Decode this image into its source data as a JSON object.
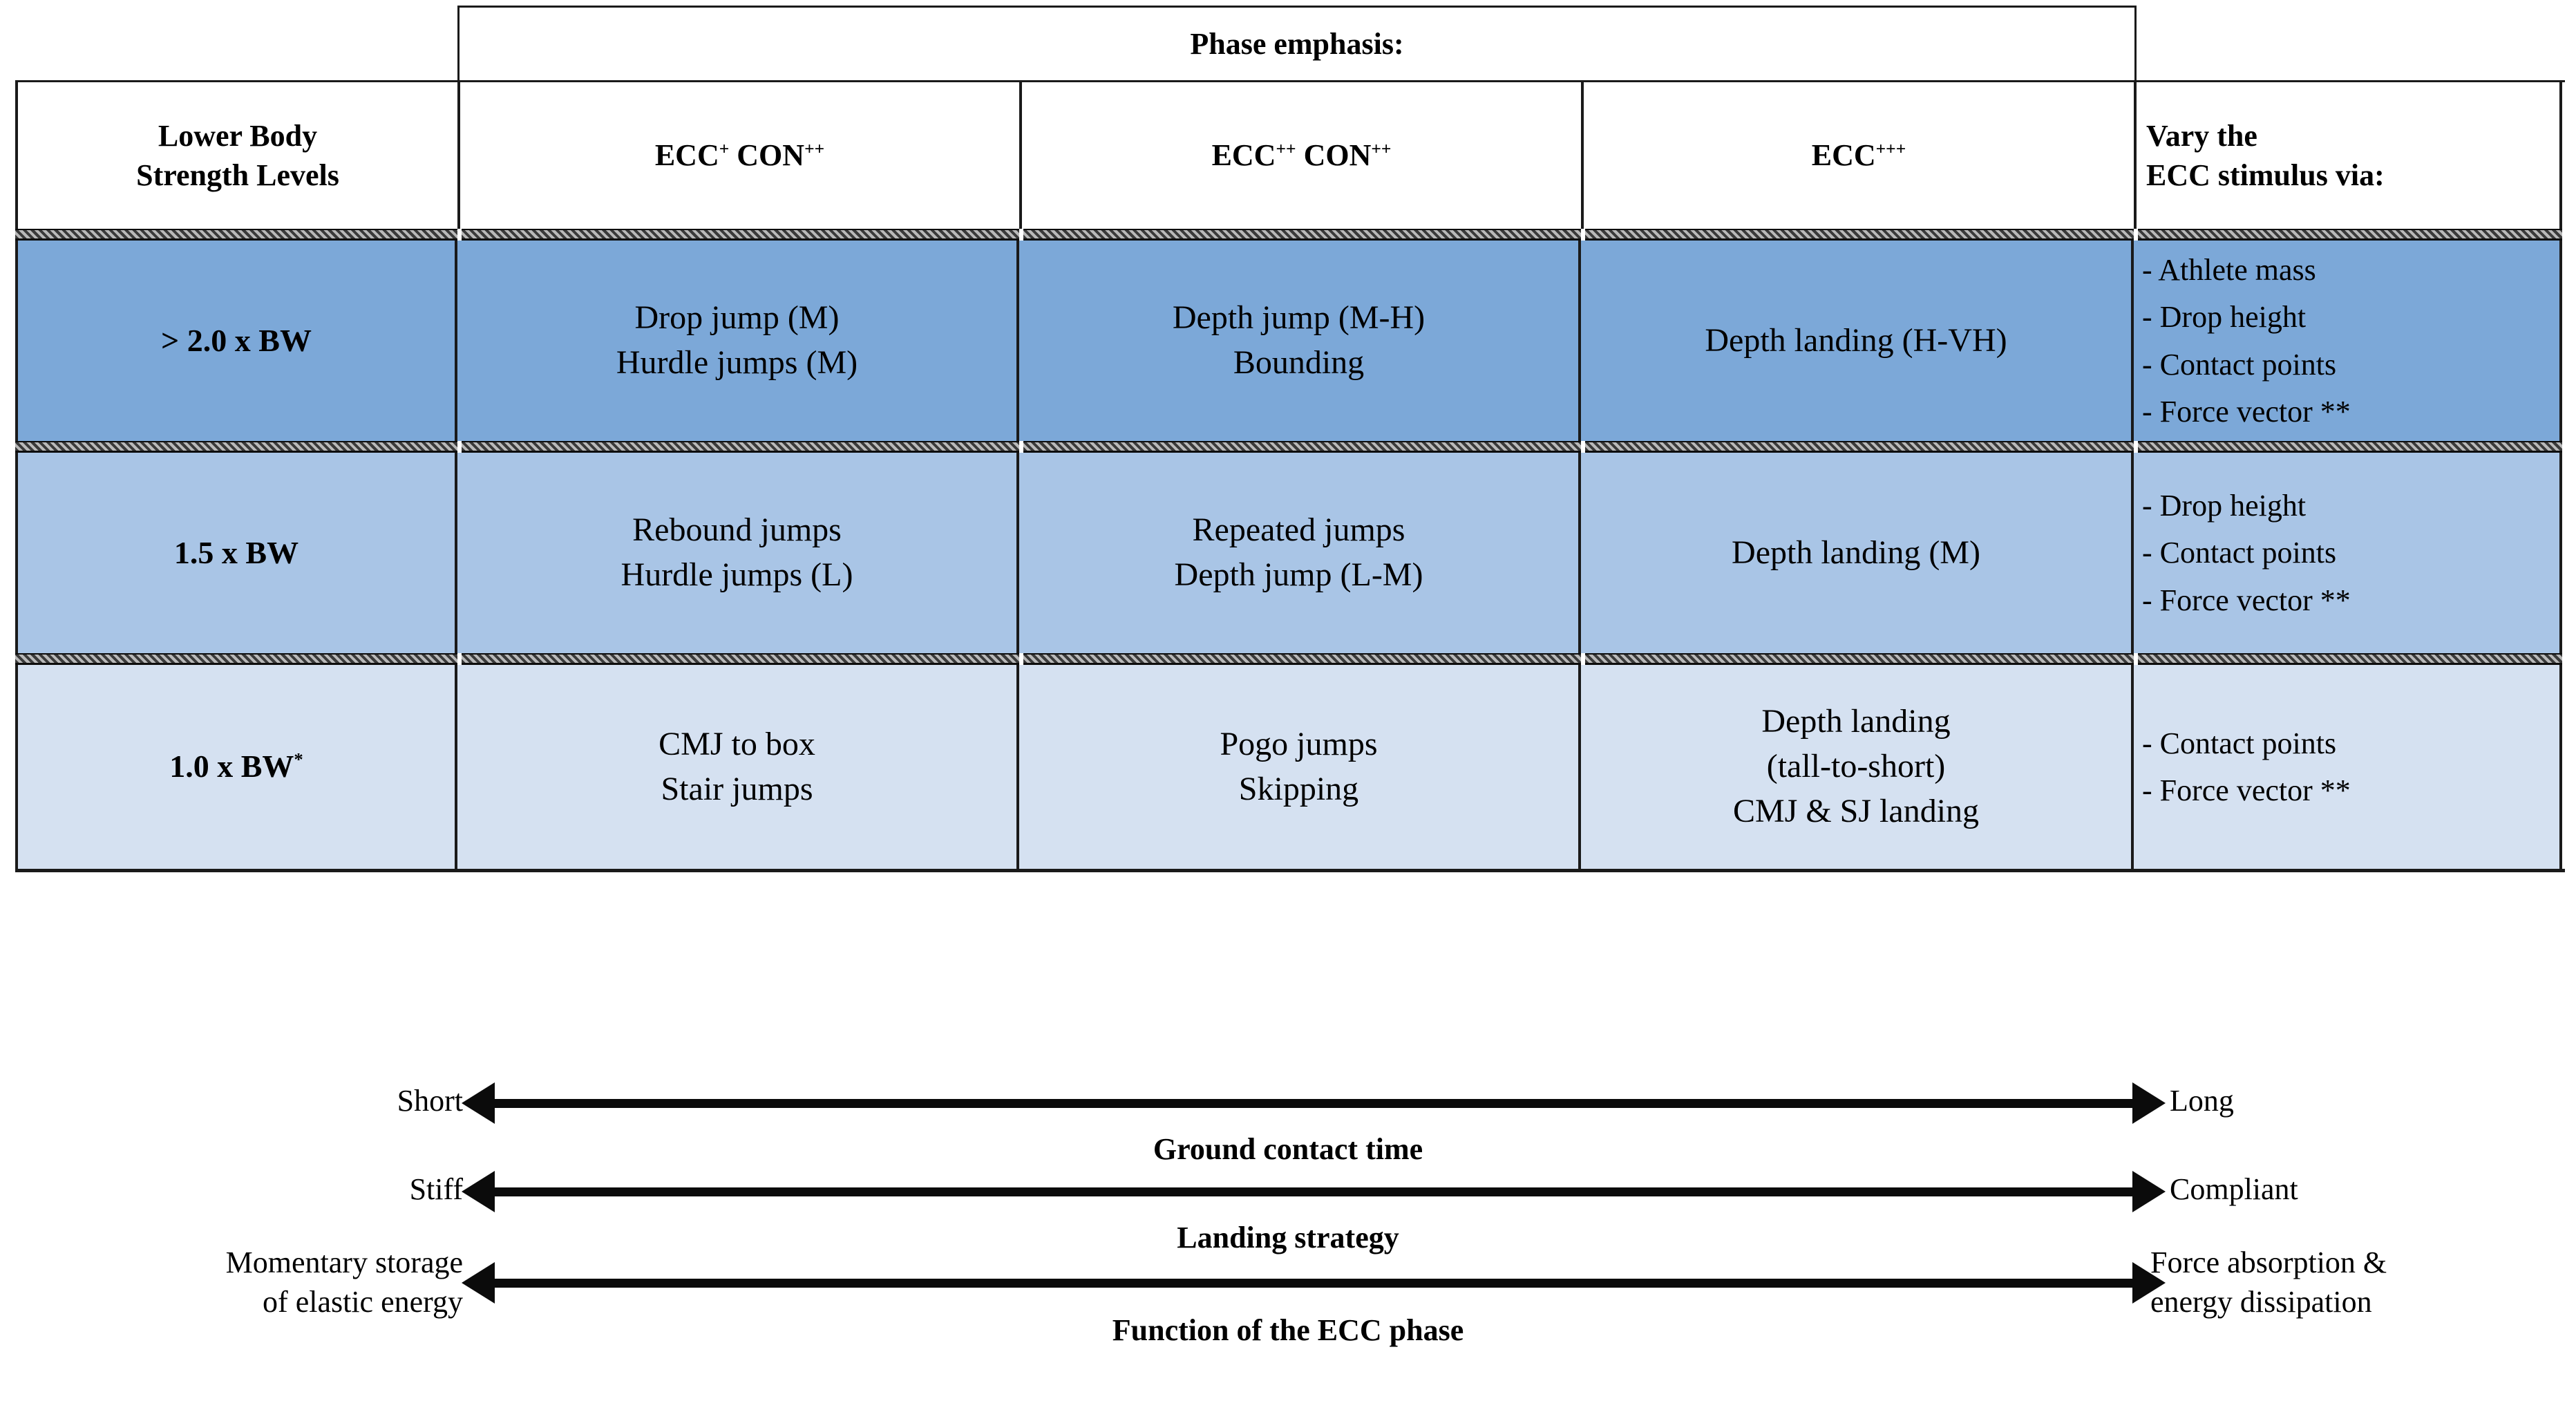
{
  "table": {
    "span_header": "Phase emphasis:",
    "row_label_header": [
      "Lower Body",
      "Strength Levels"
    ],
    "columns": [
      {
        "main": "ECC",
        "sup1": "+",
        "main2": "CON",
        "sup2": "++"
      },
      {
        "main": "ECC",
        "sup1": "++",
        "main2": "CON",
        "sup2": "++"
      },
      {
        "main": "ECC",
        "sup1": "+++",
        "main2": "",
        "sup2": ""
      }
    ],
    "vary_header": [
      "Vary the",
      "ECC stimulus via:"
    ],
    "rows": [
      {
        "level": "> 2.0 x BW",
        "level_sup": "",
        "bg": "#7CA8D8",
        "c2": [
          "Drop jump (M)",
          "Hurdle jumps (M)"
        ],
        "c3": [
          "Depth jump (M-H)",
          "Bounding"
        ],
        "c4": [
          "Depth landing (H-VH)"
        ],
        "c5": [
          "- Athlete mass",
          "- Drop height",
          "- Contact points",
          "- Force vector **"
        ]
      },
      {
        "level": "1.5  x BW",
        "level_sup": "",
        "bg": "#A9C5E6",
        "c2": [
          "Rebound jumps",
          "Hurdle jumps (L)"
        ],
        "c3": [
          "Repeated jumps",
          "Depth jump (L-M)"
        ],
        "c4": [
          "Depth landing (M)"
        ],
        "c5": [
          "- Drop height",
          "- Contact points",
          "- Force vector **"
        ]
      },
      {
        "level": "1.0 x BW",
        "level_sup": "*",
        "bg": "#D5E1F1",
        "c2": [
          "CMJ to box",
          "Stair jumps"
        ],
        "c3": [
          "Pogo jumps",
          "Skipping"
        ],
        "c4": [
          "Depth landing",
          "(tall-to-short)",
          "CMJ & SJ landing"
        ],
        "c5": [
          "- Contact points",
          "- Force vector **"
        ]
      }
    ]
  },
  "arrows": [
    {
      "left_label": "Short",
      "right_label": "Long",
      "caption": "Ground contact time"
    },
    {
      "left_label": "Stiff",
      "right_label": "Compliant",
      "caption": "Landing strategy"
    },
    {
      "left_label_l1": "Momentary storage",
      "left_label_l2": "of elastic energy",
      "right_label_l1": "Force absorption &",
      "right_label_l2": "energy dissipation",
      "caption": "Function of the ECC phase"
    }
  ],
  "colors": {
    "row1": "#7CA8D8",
    "row2": "#A9C5E6",
    "row3": "#D5E1F1",
    "border": "#1a1a1a",
    "arrow": "#0b0b0b"
  }
}
